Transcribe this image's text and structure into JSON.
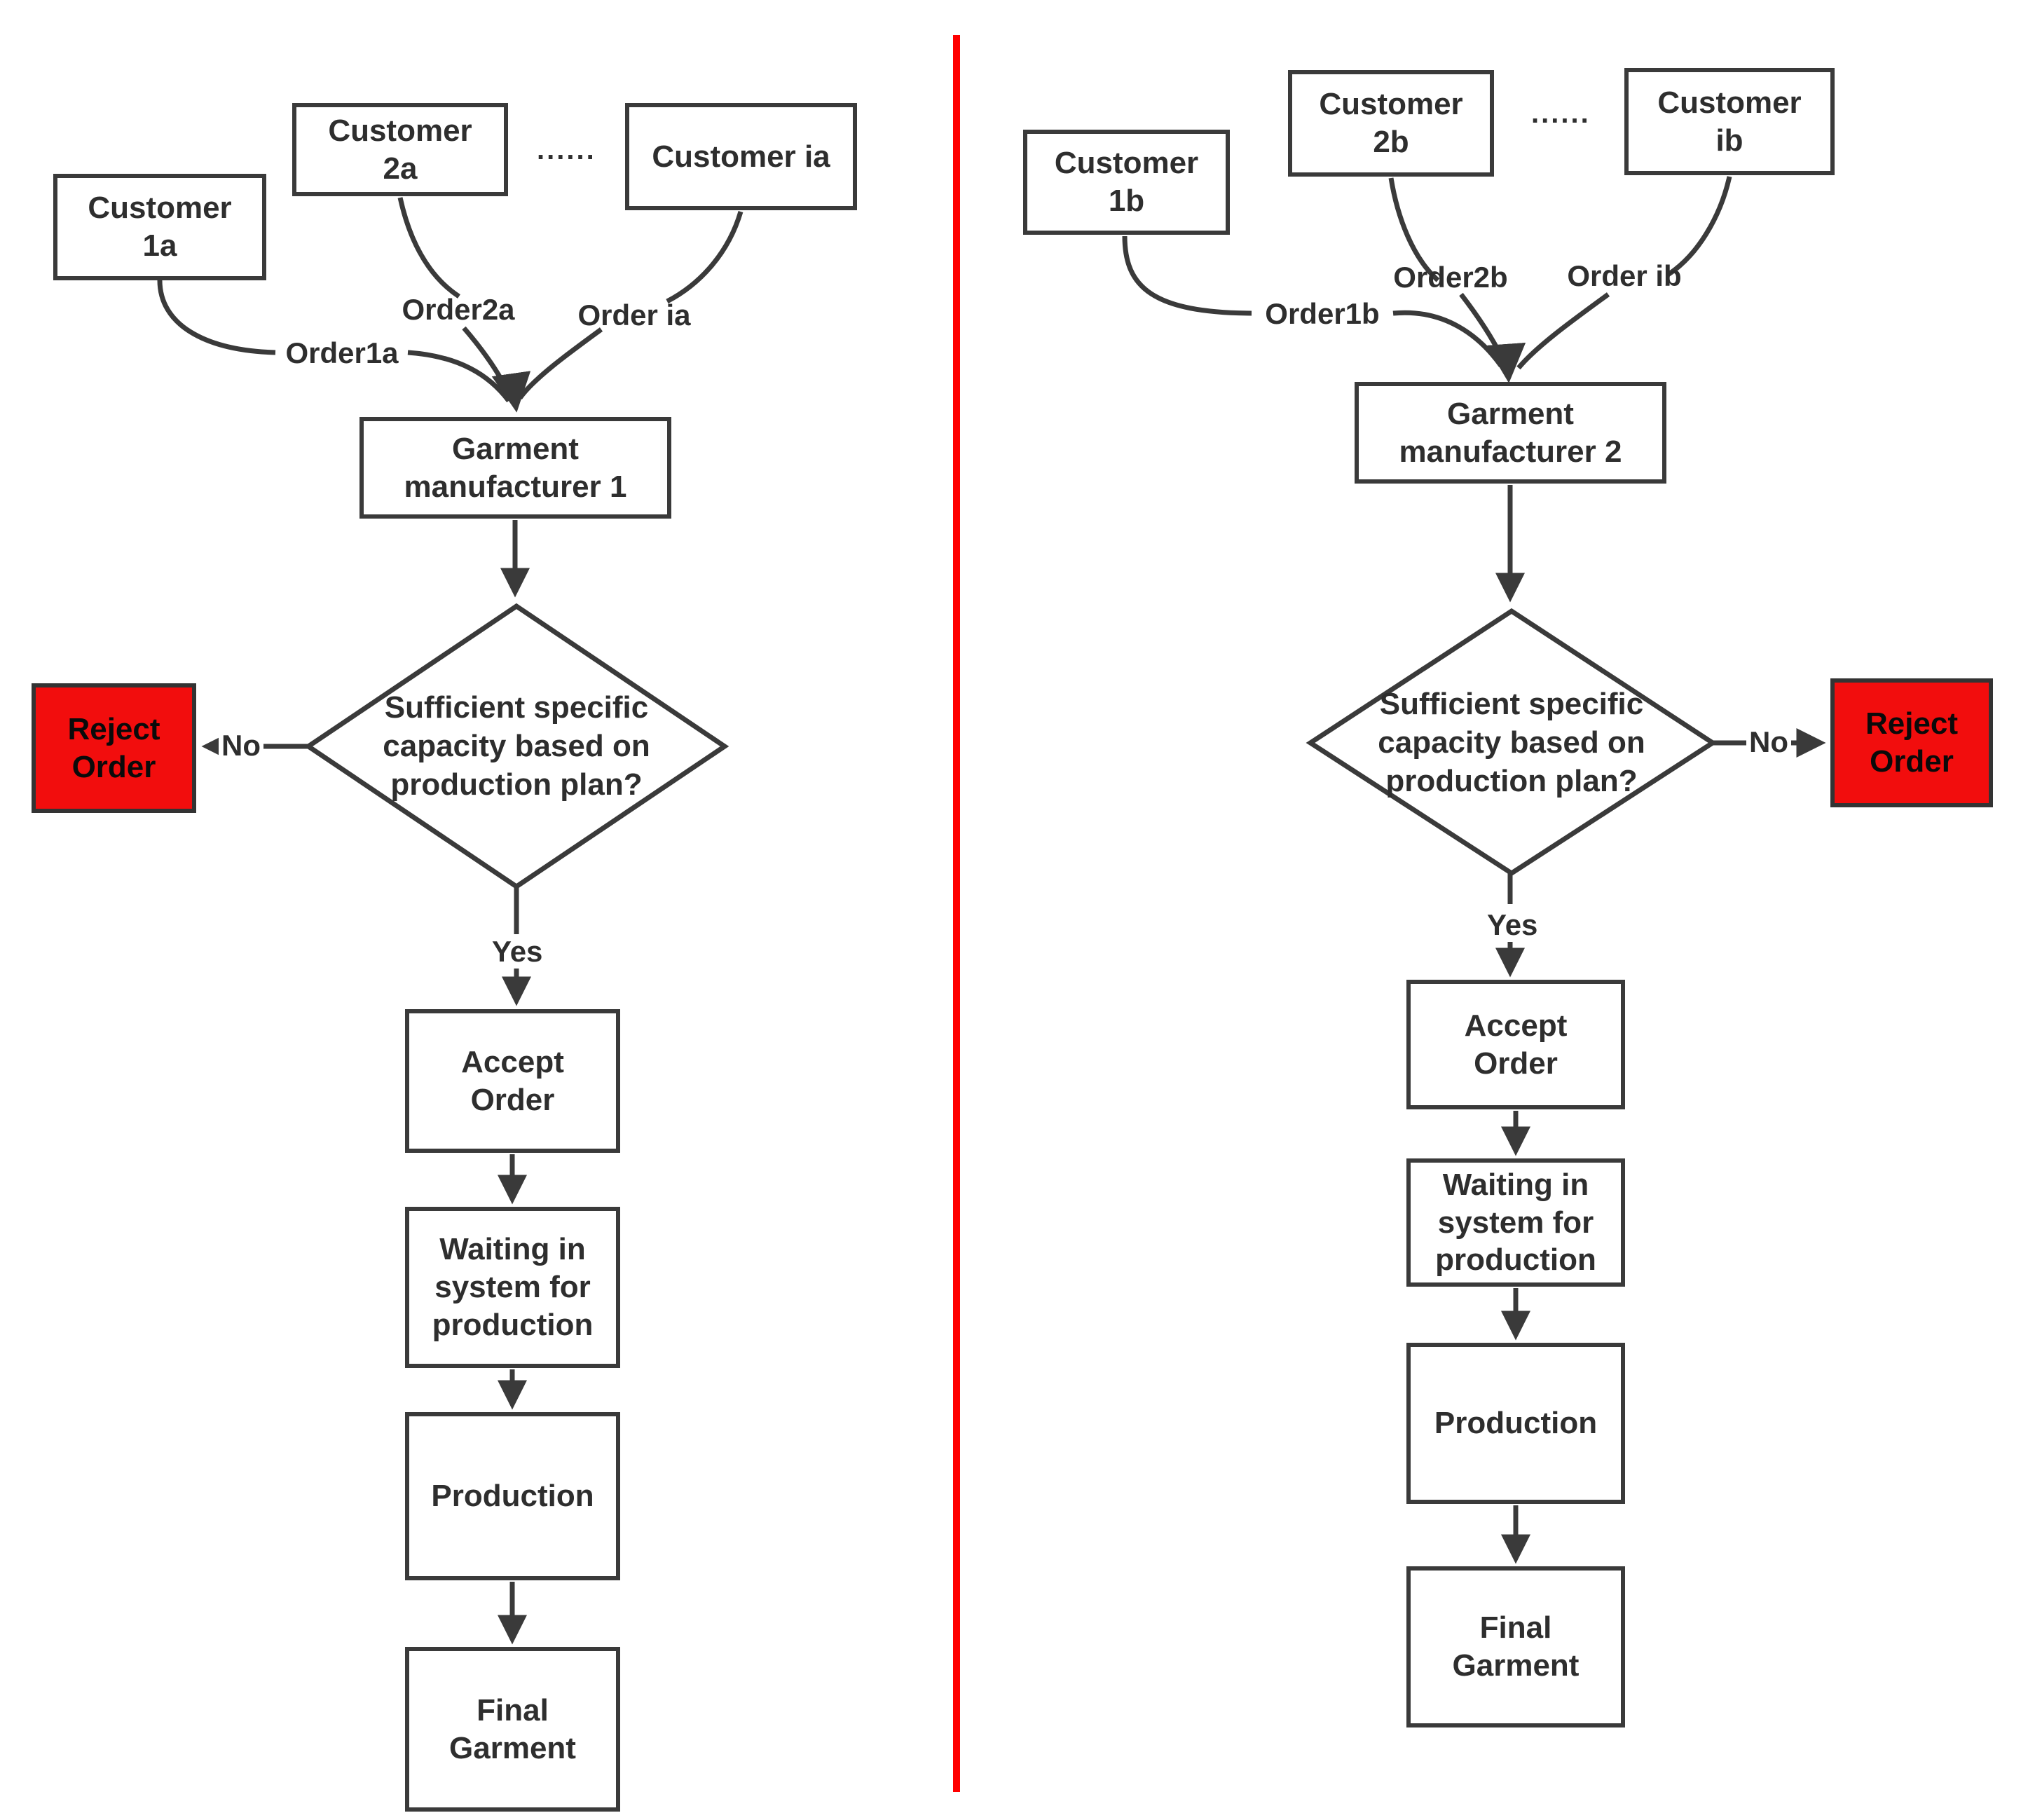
{
  "colors": {
    "reject_fill": "#f20d0d",
    "divider": "#ff0000",
    "stroke": "#3a3a3a",
    "text": "#2e2e2e"
  },
  "left": {
    "customer_1": "Customer\n1a",
    "customer_2": "Customer\n2a",
    "dots": "......",
    "customer_i": "Customer ia",
    "order_1": "Order1a",
    "order_2": "Order2a",
    "order_i": "Order ia",
    "manufacturer": "Garment\nmanufacturer 1",
    "decision": "Sufficient specific\ncapacity based on\nproduction plan?",
    "no": "No",
    "yes": "Yes",
    "reject": "Reject\nOrder",
    "accept": "Accept\nOrder",
    "waiting": "Waiting in\nsystem for\nproduction",
    "production": "Production",
    "final": "Final\nGarment"
  },
  "right": {
    "customer_1": "Customer\n1b",
    "customer_2": "Customer\n2b",
    "dots": "......",
    "customer_i": "Customer\nib",
    "order_1": "Order1b",
    "order_2": "Order2b",
    "order_i": "Order ib",
    "manufacturer": "Garment\nmanufacturer 2",
    "decision": "Sufficient specific\ncapacity based on\nproduction plan?",
    "no": "No",
    "yes": "Yes",
    "reject": "Reject\nOrder",
    "accept": "Accept\nOrder",
    "waiting": "Waiting in\nsystem for\nproduction",
    "production": "Production",
    "final": "Final\nGarment"
  }
}
